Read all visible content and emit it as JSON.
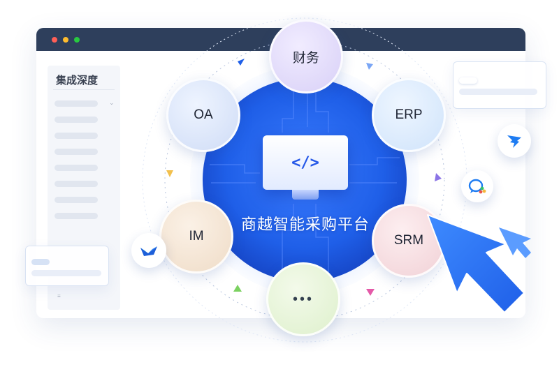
{
  "sidebar": {
    "title": "集成深度",
    "footer_glyph": "≡"
  },
  "platform": {
    "name": "商越智能采购平台",
    "code_symbol": "</>"
  },
  "nodes": {
    "finance": "财务",
    "erp": "ERP",
    "oa": "OA",
    "im": "IM",
    "srm": "SRM",
    "more": "•••"
  },
  "icons": {
    "monitor": "code-monitor-icon",
    "dingtalk": "dingtalk-icon",
    "chat": "chat-bubble-icon",
    "lark": "lark-icon",
    "cursor": "pointer-arrow-icon"
  },
  "colors": {
    "titlebar": "#2e3f5c",
    "hub_blue": "#1f5fe8",
    "accent_blue": "#2b7bff"
  }
}
